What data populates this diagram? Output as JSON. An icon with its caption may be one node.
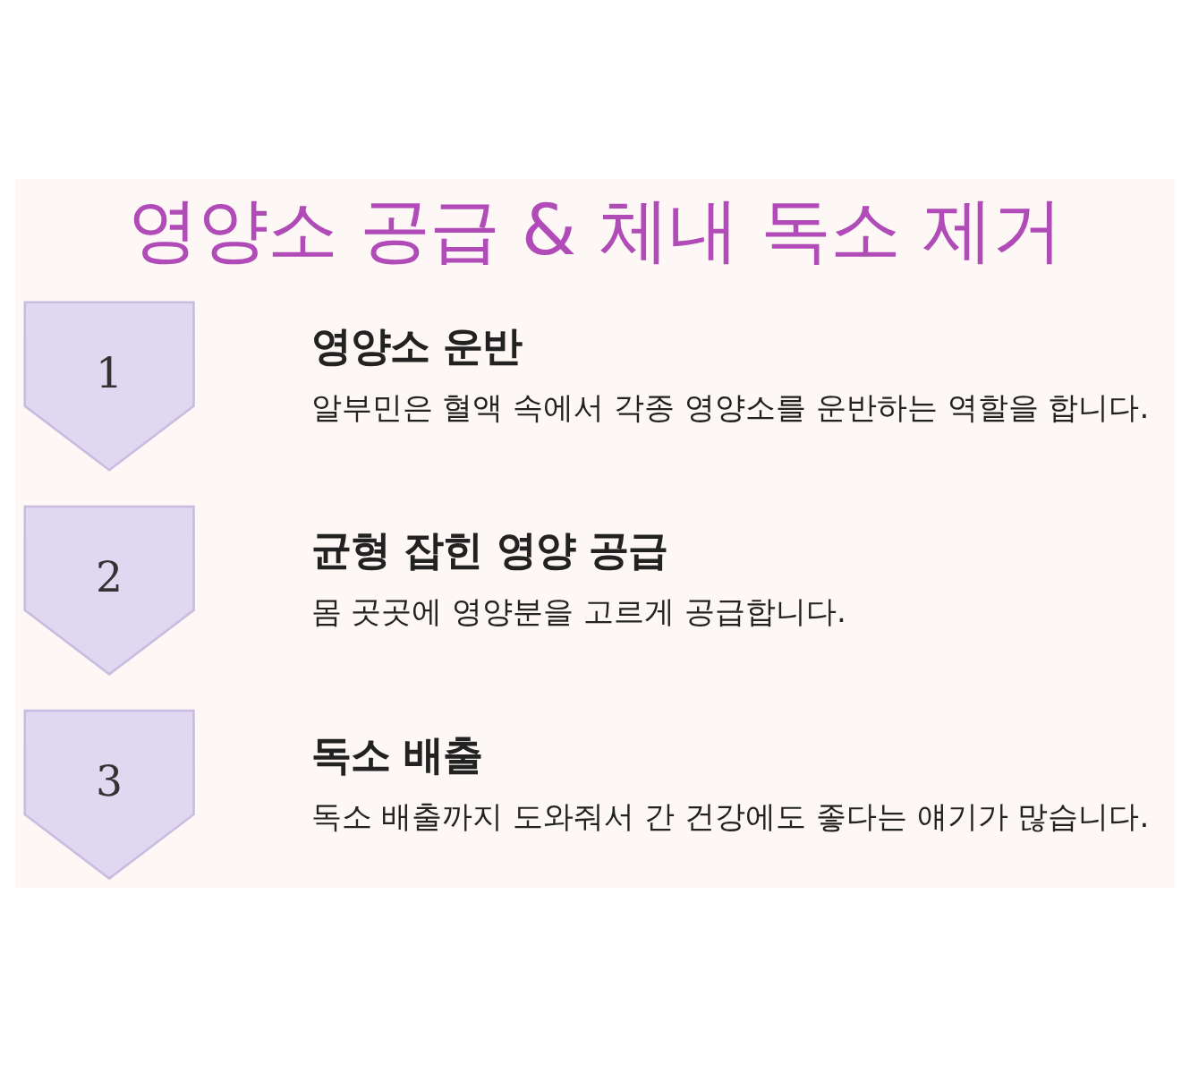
{
  "diagram": {
    "title": "영양소 공급 & 체내 독소 제거",
    "nodes": [
      {
        "text": [
          "1"
        ],
        "beside": [
          "영양소 운반",
          "알부민은 혈액 속에서 각종 영양소를 운반하는 역할을 합니다."
        ]
      },
      {
        "text": [
          "2"
        ],
        "beside": [
          "균형 잡힌 영양 공급",
          "몸 곳곳에 영양분을 고르게 공급합니다."
        ]
      },
      {
        "text": [
          "3"
        ],
        "beside": [
          "독소 배출",
          "독소 배출까지 도와줘서 간 건강에도 좋다는 얘기가 많습니다."
        ]
      }
    ]
  }
}
